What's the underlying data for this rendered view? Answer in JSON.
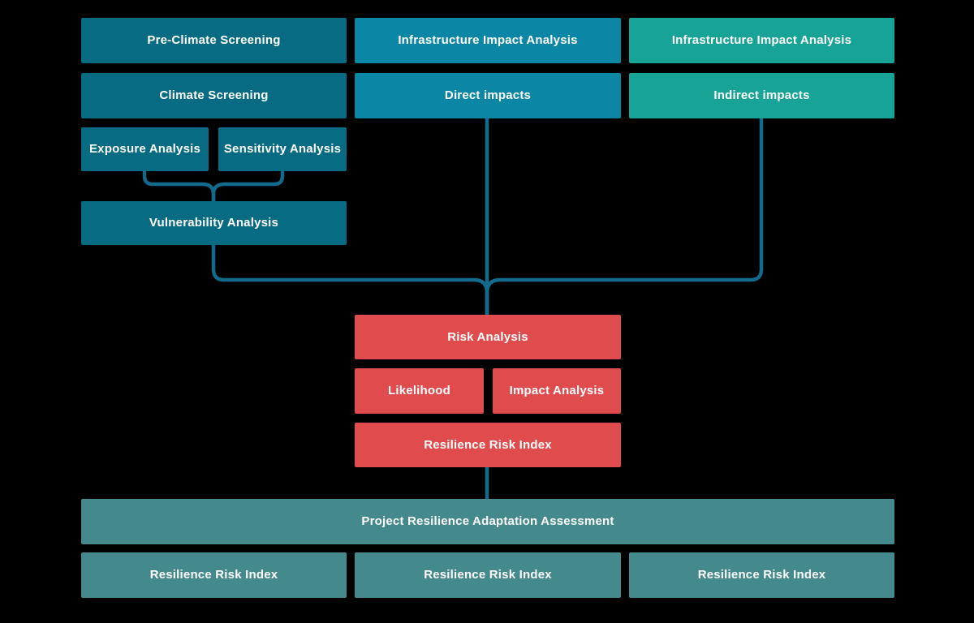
{
  "colors": {
    "background": "#000000",
    "dark_teal": "#086b84",
    "blue": "#0b87a5",
    "green": "#17a396",
    "red": "#e04b4d",
    "muted_teal": "#448a8d",
    "connector": "#136a8c",
    "text": "#ffffff"
  },
  "diagram": {
    "left_column": {
      "pre_climate_screening": "Pre-Climate Screening",
      "climate_screening": "Climate Screening",
      "exposure_analysis": "Exposure Analysis",
      "sensitivity_analysis": "Sensitivity Analysis",
      "vulnerability_analysis": "Vulnerability Analysis"
    },
    "middle_column": {
      "infrastructure_impact_analysis": "Infrastructure Impact Analysis",
      "direct_impacts": "Direct impacts"
    },
    "right_column": {
      "infrastructure_impact_analysis": "Infrastructure Impact Analysis",
      "indirect_impacts": "Indirect impacts"
    },
    "risk": {
      "risk_analysis": "Risk Analysis",
      "likelihood": "Likelihood",
      "impact_analysis": "Impact Analysis",
      "resilience_risk_index": "Resilience Risk Index"
    },
    "assessment": {
      "title": "Project Resilience Adaptation Assessment",
      "outputs": {
        "0": "Resilience Risk Index",
        "1": "Resilience Risk Index",
        "2": "Resilience Risk Index"
      }
    }
  }
}
